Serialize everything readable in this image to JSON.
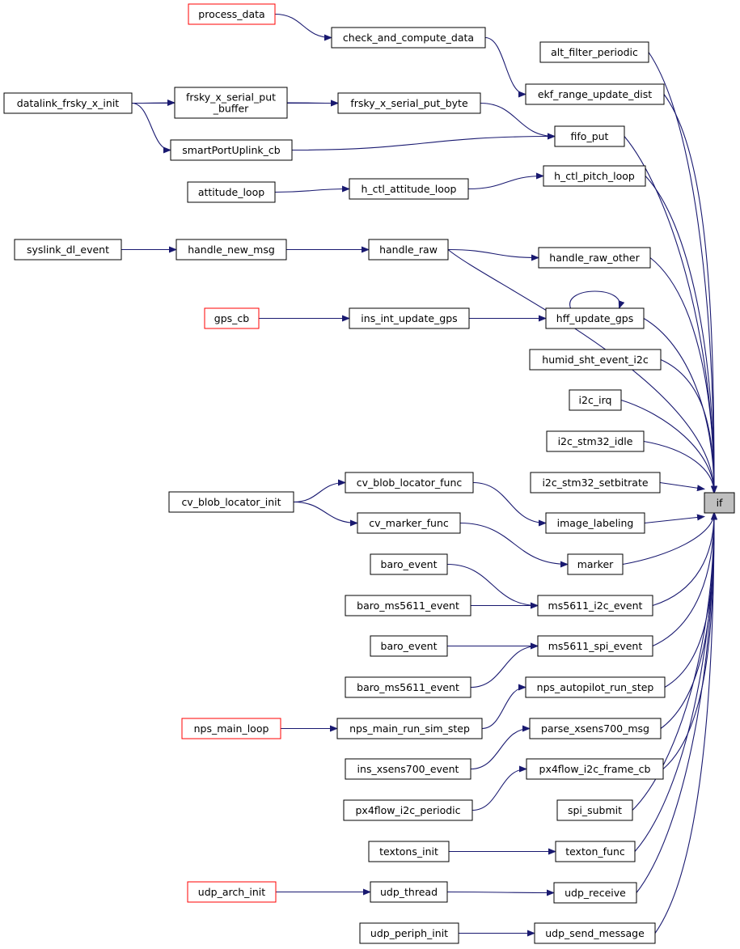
{
  "diagram": {
    "type": "caller-graph",
    "nodes": [
      {
        "id": "if",
        "label": "if",
        "kind": "target"
      },
      {
        "id": "process_data",
        "label": "process_data",
        "kind": "truncated"
      },
      {
        "id": "check_and_compute_data",
        "label": "check_and_compute_data",
        "kind": "normal"
      },
      {
        "id": "alt_filter_periodic",
        "label": "alt_filter_periodic",
        "kind": "normal"
      },
      {
        "id": "datalink_frsky_x_init",
        "label": "datalink_frsky_x_init",
        "kind": "normal"
      },
      {
        "id": "frsky_x_serial_put_buffer",
        "label": "frsky_x_serial_put\n_buffer",
        "kind": "normal"
      },
      {
        "id": "frsky_x_serial_put_byte",
        "label": "frsky_x_serial_put_byte",
        "kind": "normal"
      },
      {
        "id": "ekf_range_update_dist",
        "label": "ekf_range_update_dist",
        "kind": "normal"
      },
      {
        "id": "smartPortUplink_cb",
        "label": "smartPortUplink_cb",
        "kind": "normal"
      },
      {
        "id": "fifo_put",
        "label": "fifo_put",
        "kind": "normal"
      },
      {
        "id": "attitude_loop",
        "label": "attitude_loop",
        "kind": "normal"
      },
      {
        "id": "h_ctl_attitude_loop",
        "label": "h_ctl_attitude_loop",
        "kind": "normal"
      },
      {
        "id": "h_ctl_pitch_loop",
        "label": "h_ctl_pitch_loop",
        "kind": "normal"
      },
      {
        "id": "syslink_dl_event",
        "label": "syslink_dl_event",
        "kind": "normal"
      },
      {
        "id": "handle_new_msg",
        "label": "handle_new_msg",
        "kind": "normal"
      },
      {
        "id": "handle_raw",
        "label": "handle_raw",
        "kind": "normal"
      },
      {
        "id": "handle_raw_other",
        "label": "handle_raw_other",
        "kind": "normal"
      },
      {
        "id": "gps_cb",
        "label": "gps_cb",
        "kind": "truncated"
      },
      {
        "id": "ins_int_update_gps",
        "label": "ins_int_update_gps",
        "kind": "normal"
      },
      {
        "id": "hff_update_gps",
        "label": "hff_update_gps",
        "kind": "normal"
      },
      {
        "id": "humid_sht_event_i2c",
        "label": "humid_sht_event_i2c",
        "kind": "normal"
      },
      {
        "id": "i2c_irq",
        "label": "i2c_irq",
        "kind": "normal"
      },
      {
        "id": "i2c_stm32_idle",
        "label": "i2c_stm32_idle",
        "kind": "normal"
      },
      {
        "id": "cv_blob_locator_func",
        "label": "cv_blob_locator_func",
        "kind": "normal"
      },
      {
        "id": "i2c_stm32_setbitrate",
        "label": "i2c_stm32_setbitrate",
        "kind": "normal"
      },
      {
        "id": "cv_blob_locator_init",
        "label": "cv_blob_locator_init",
        "kind": "normal"
      },
      {
        "id": "cv_marker_func",
        "label": "cv_marker_func",
        "kind": "normal"
      },
      {
        "id": "image_labeling",
        "label": "image_labeling",
        "kind": "normal"
      },
      {
        "id": "marker",
        "label": "marker",
        "kind": "normal"
      },
      {
        "id": "baro_event_1",
        "label": "baro_event",
        "kind": "normal"
      },
      {
        "id": "baro_ms5611_event_1",
        "label": "baro_ms5611_event",
        "kind": "normal"
      },
      {
        "id": "ms5611_i2c_event",
        "label": "ms5611_i2c_event",
        "kind": "normal"
      },
      {
        "id": "baro_event_2",
        "label": "baro_event",
        "kind": "normal"
      },
      {
        "id": "ms5611_spi_event",
        "label": "ms5611_spi_event",
        "kind": "normal"
      },
      {
        "id": "baro_ms5611_event_2",
        "label": "baro_ms5611_event",
        "kind": "normal"
      },
      {
        "id": "nps_autopilot_run_step",
        "label": "nps_autopilot_run_step",
        "kind": "normal"
      },
      {
        "id": "nps_main_loop",
        "label": "nps_main_loop",
        "kind": "truncated"
      },
      {
        "id": "nps_main_run_sim_step",
        "label": "nps_main_run_sim_step",
        "kind": "normal"
      },
      {
        "id": "parse_xsens700_msg",
        "label": "parse_xsens700_msg",
        "kind": "normal"
      },
      {
        "id": "ins_xsens700_event",
        "label": "ins_xsens700_event",
        "kind": "normal"
      },
      {
        "id": "px4flow_i2c_frame_cb",
        "label": "px4flow_i2c_frame_cb",
        "kind": "normal"
      },
      {
        "id": "px4flow_i2c_periodic",
        "label": "px4flow_i2c_periodic",
        "kind": "normal"
      },
      {
        "id": "spi_submit",
        "label": "spi_submit",
        "kind": "normal"
      },
      {
        "id": "textons_init",
        "label": "textons_init",
        "kind": "normal"
      },
      {
        "id": "texton_func",
        "label": "texton_func",
        "kind": "normal"
      },
      {
        "id": "udp_arch_init",
        "label": "udp_arch_init",
        "kind": "truncated"
      },
      {
        "id": "udp_thread",
        "label": "udp_thread",
        "kind": "normal"
      },
      {
        "id": "udp_receive",
        "label": "udp_receive",
        "kind": "normal"
      },
      {
        "id": "udp_periph_init",
        "label": "udp_periph_init",
        "kind": "normal"
      },
      {
        "id": "udp_send_message",
        "label": "udp_send_message",
        "kind": "normal"
      }
    ],
    "edges": [
      [
        "process_data",
        "check_and_compute_data"
      ],
      [
        "check_and_compute_data",
        "ekf_range_update_dist"
      ],
      [
        "datalink_frsky_x_init",
        "frsky_x_serial_put_buffer"
      ],
      [
        "datalink_frsky_x_init",
        "frsky_x_serial_put_byte"
      ],
      [
        "datalink_frsky_x_init",
        "smartPortUplink_cb"
      ],
      [
        "frsky_x_serial_put_buffer",
        "frsky_x_serial_put_byte"
      ],
      [
        "frsky_x_serial_put_byte",
        "fifo_put"
      ],
      [
        "smartPortUplink_cb",
        "fifo_put"
      ],
      [
        "attitude_loop",
        "h_ctl_attitude_loop"
      ],
      [
        "h_ctl_attitude_loop",
        "h_ctl_pitch_loop"
      ],
      [
        "syslink_dl_event",
        "handle_new_msg"
      ],
      [
        "handle_new_msg",
        "handle_raw"
      ],
      [
        "handle_raw",
        "handle_raw_other"
      ],
      [
        "gps_cb",
        "ins_int_update_gps"
      ],
      [
        "ins_int_update_gps",
        "hff_update_gps"
      ],
      [
        "hff_update_gps",
        "hff_update_gps"
      ],
      [
        "cv_blob_locator_init",
        "cv_blob_locator_func"
      ],
      [
        "cv_blob_locator_init",
        "cv_marker_func"
      ],
      [
        "cv_blob_locator_func",
        "image_labeling"
      ],
      [
        "cv_marker_func",
        "marker"
      ],
      [
        "baro_event_1",
        "ms5611_i2c_event"
      ],
      [
        "baro_ms5611_event_1",
        "ms5611_i2c_event"
      ],
      [
        "baro_event_2",
        "ms5611_spi_event"
      ],
      [
        "baro_ms5611_event_2",
        "ms5611_spi_event"
      ],
      [
        "nps_main_loop",
        "nps_main_run_sim_step"
      ],
      [
        "nps_main_run_sim_step",
        "nps_autopilot_run_step"
      ],
      [
        "ins_xsens700_event",
        "parse_xsens700_msg"
      ],
      [
        "px4flow_i2c_periodic",
        "px4flow_i2c_frame_cb"
      ],
      [
        "textons_init",
        "texton_func"
      ],
      [
        "udp_arch_init",
        "udp_thread"
      ],
      [
        "udp_thread",
        "udp_receive"
      ],
      [
        "udp_periph_init",
        "udp_send_message"
      ],
      [
        "alt_filter_periodic",
        "if"
      ],
      [
        "ekf_range_update_dist",
        "if"
      ],
      [
        "fifo_put",
        "if"
      ],
      [
        "h_ctl_pitch_loop",
        "if"
      ],
      [
        "handle_raw",
        "if"
      ],
      [
        "handle_raw_other",
        "if"
      ],
      [
        "hff_update_gps",
        "if"
      ],
      [
        "humid_sht_event_i2c",
        "if"
      ],
      [
        "i2c_irq",
        "if"
      ],
      [
        "i2c_stm32_idle",
        "if"
      ],
      [
        "i2c_stm32_setbitrate",
        "if"
      ],
      [
        "image_labeling",
        "if"
      ],
      [
        "marker",
        "if"
      ],
      [
        "ms5611_i2c_event",
        "if"
      ],
      [
        "ms5611_spi_event",
        "if"
      ],
      [
        "nps_autopilot_run_step",
        "if"
      ],
      [
        "parse_xsens700_msg",
        "if"
      ],
      [
        "px4flow_i2c_frame_cb",
        "if"
      ],
      [
        "spi_submit",
        "if"
      ],
      [
        "texton_func",
        "if"
      ],
      [
        "udp_receive",
        "if"
      ],
      [
        "udp_send_message",
        "if"
      ]
    ]
  }
}
